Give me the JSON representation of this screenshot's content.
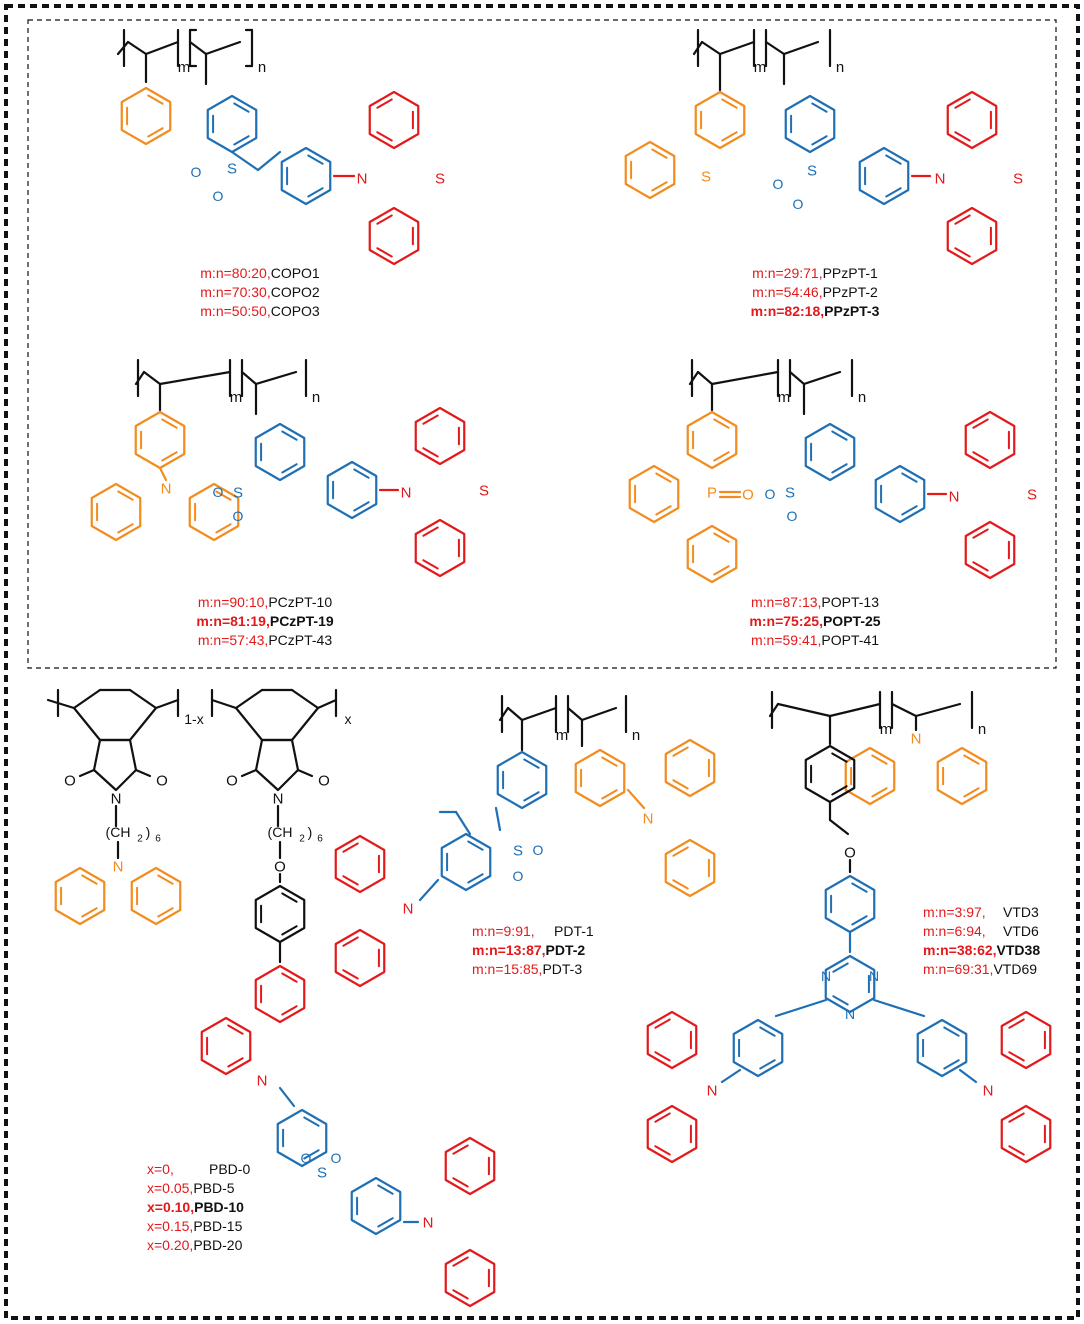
{
  "colors": {
    "backbone": "#111111",
    "donor": "#e3191b",
    "acceptor": "#1f6fb5",
    "host": "#f28c1e",
    "frame": "#111111"
  },
  "structures": [
    {
      "id": "COPO",
      "backbone_labels": [
        "m",
        "n"
      ],
      "atoms": [
        "S",
        "O",
        "O",
        "N",
        "S"
      ],
      "legend": [
        {
          "ratio": "m:n=80:20,",
          "name": "COPO1",
          "bold": false
        },
        {
          "ratio": "m:n=70:30,",
          "name": "COPO2",
          "bold": false
        },
        {
          "ratio": "m:n=50:50,",
          "name": "COPO3",
          "bold": false
        }
      ]
    },
    {
      "id": "PPzPT",
      "backbone_labels": [
        "m",
        "n"
      ],
      "atoms": [
        "S",
        "S",
        "O",
        "O",
        "N",
        "S"
      ],
      "legend": [
        {
          "ratio": "m:n=29:71,",
          "name": "PPzPT-1",
          "bold": false
        },
        {
          "ratio": "m:n=54:46,",
          "name": "PPzPT-2",
          "bold": false
        },
        {
          "ratio": "m:n=82:18,",
          "name": "PPzPT-3",
          "bold": true
        }
      ]
    },
    {
      "id": "PCzPT",
      "backbone_labels": [
        "m",
        "n"
      ],
      "atoms": [
        "N",
        "S",
        "O",
        "O",
        "N",
        "S"
      ],
      "legend": [
        {
          "ratio": "m:n=90:10,",
          "name": "PCzPT-10",
          "bold": false
        },
        {
          "ratio": "m:n=81:19,",
          "name": "PCzPT-19",
          "bold": true
        },
        {
          "ratio": "m:n=57:43,",
          "name": "PCzPT-43",
          "bold": false
        }
      ]
    },
    {
      "id": "POPT",
      "backbone_labels": [
        "m",
        "n"
      ],
      "atoms": [
        "P",
        "O",
        "S",
        "O",
        "O",
        "N",
        "S"
      ],
      "legend": [
        {
          "ratio": "m:n=87:13,",
          "name": "POPT-13",
          "bold": false
        },
        {
          "ratio": "m:n=75:25,",
          "name": "POPT-25",
          "bold": true
        },
        {
          "ratio": "m:n=59:41,",
          "name": "POPT-41",
          "bold": false
        }
      ]
    },
    {
      "id": "PBD",
      "backbone_labels": [
        "1-x",
        "x"
      ],
      "atoms": [
        "O",
        "O",
        "N",
        "(CH",
        "2",
        ")",
        "6",
        "N",
        "O",
        "O",
        "N",
        "(CH",
        "2",
        ")",
        "6",
        "O",
        "N",
        "S",
        "O",
        "O",
        "N"
      ],
      "legend": [
        {
          "ratio": "x=0,",
          "name": "PBD-0",
          "bold": false
        },
        {
          "ratio": "x=0.05,",
          "name": "PBD-5",
          "bold": false
        },
        {
          "ratio": "x=0.10,",
          "name": "PBD-10",
          "bold": true
        },
        {
          "ratio": "x=0.15,",
          "name": "PBD-15",
          "bold": false
        },
        {
          "ratio": "x=0.20,",
          "name": "PBD-20",
          "bold": false
        }
      ]
    },
    {
      "id": "PDT",
      "backbone_labels": [
        "m",
        "n"
      ],
      "atoms": [
        "S",
        "O",
        "O",
        "N",
        "N"
      ],
      "legend": [
        {
          "ratio": "m:n=9:91,",
          "name": "PDT-1",
          "bold": false
        },
        {
          "ratio": "m:n=13:87,",
          "name": "PDT-2",
          "bold": true
        },
        {
          "ratio": "m:n=15:85,",
          "name": "PDT-3",
          "bold": false
        }
      ]
    },
    {
      "id": "VTD",
      "backbone_labels": [
        "m",
        "n"
      ],
      "atoms": [
        "N",
        "O",
        "N",
        "N",
        "N",
        "N",
        "N"
      ],
      "legend": [
        {
          "ratio": "m:n=3:97,",
          "name": "VTD3",
          "bold": false
        },
        {
          "ratio": "m:n=6:94,",
          "name": "VTD6",
          "bold": false
        },
        {
          "ratio": "m:n=38:62,",
          "name": "VTD38",
          "bold": true
        },
        {
          "ratio": "m:n=69:31,",
          "name": "VTD69",
          "bold": false
        }
      ]
    }
  ]
}
